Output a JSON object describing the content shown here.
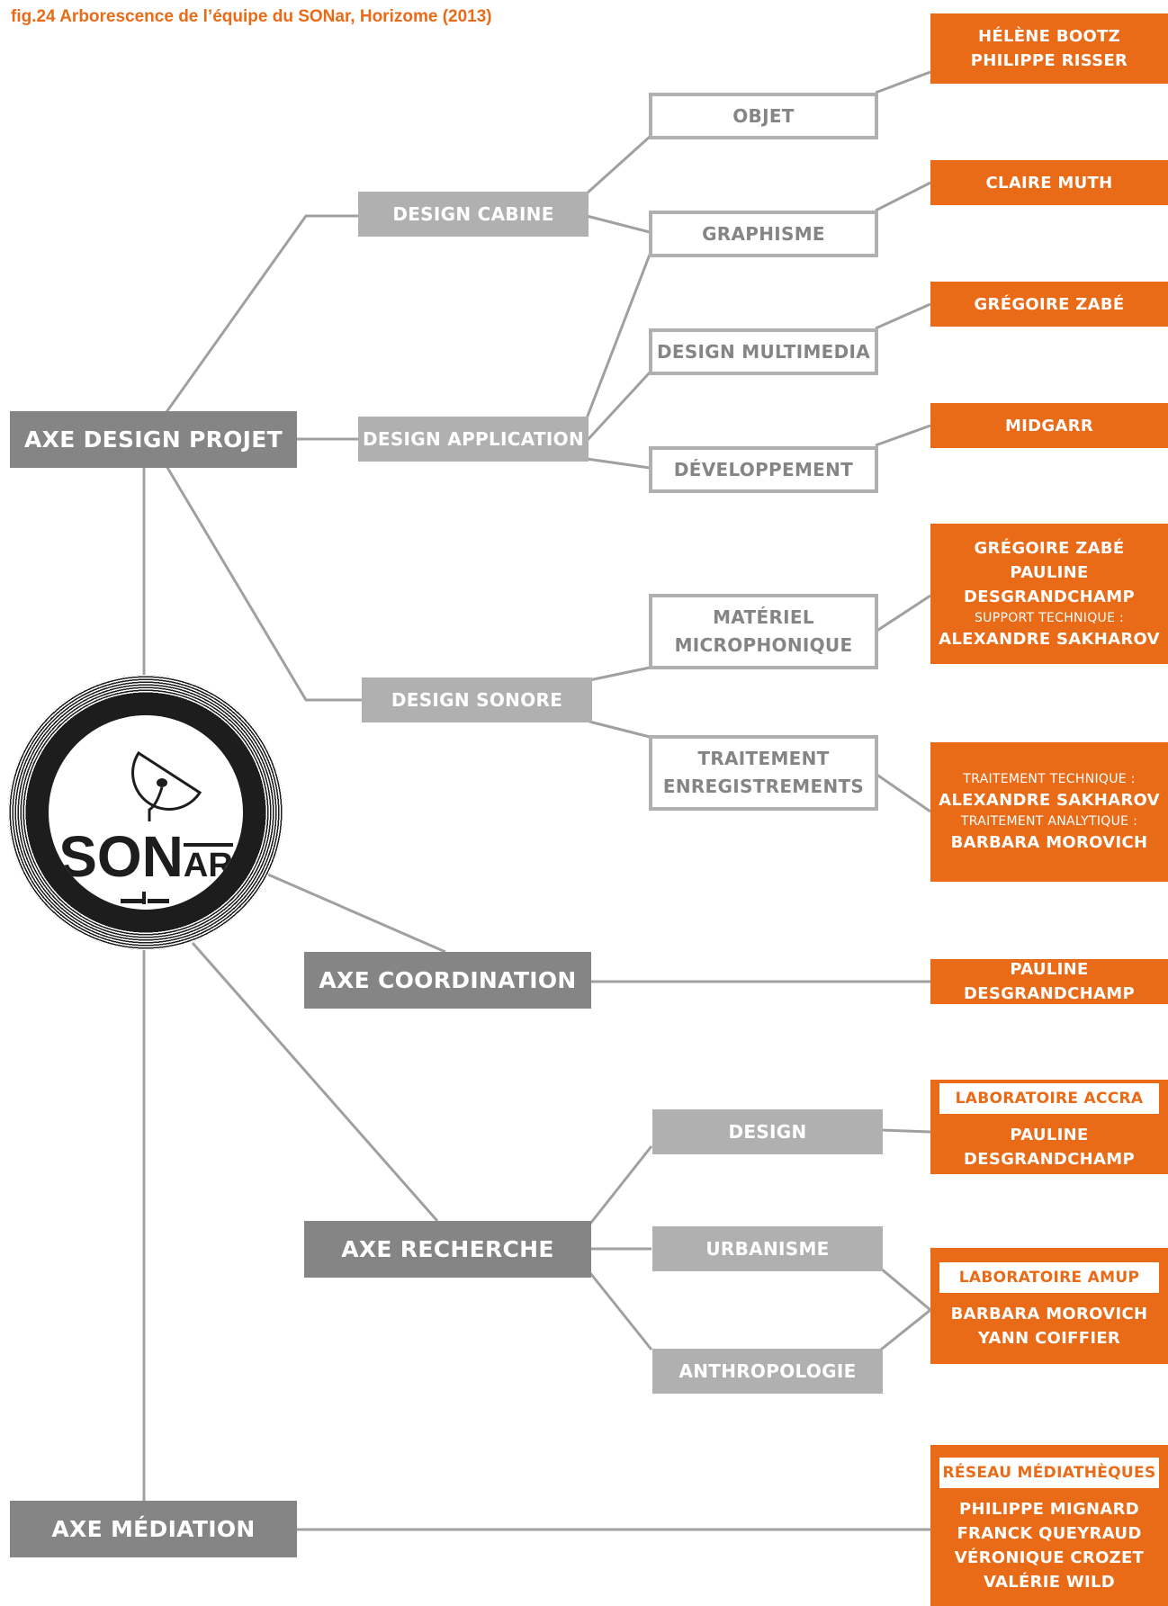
{
  "title": "fig.24 Arborescence de l’équipe du SONar, Horizome (2013)",
  "colors": {
    "orange": "#ea6b17",
    "dark_grey": "#858585",
    "light_grey": "#b0b0b0",
    "line_grey": "#a0a0a0"
  },
  "logo": {
    "text_main": "SON",
    "text_small": "AR"
  },
  "axes": {
    "design_projet": "AXE DESIGN PROJET",
    "coordination": "AXE COORDINATION",
    "recherche": "AXE RECHERCHE",
    "mediation": "AXE MÉDIATION"
  },
  "subs": {
    "design_cabine": "DESIGN CABINE",
    "design_application": "DESIGN APPLICATION",
    "design_sonore": "DESIGN SONORE",
    "design": "DESIGN",
    "urbanisme": "URBANISME",
    "anthropologie": "ANTHROPOLOGIE"
  },
  "leaves": {
    "objet": "OBJET",
    "graphisme": "GRAPHISME",
    "design_multimedia": "DESIGN MULTIMEDIA",
    "developpement": "DÉVELOPPEMENT",
    "materiel_1": "MATÉRIEL",
    "materiel_2": "MICROPHONIQUE",
    "traitement_1": "TRAITEMENT",
    "traitement_2": "ENREGISTREMENTS"
  },
  "people": {
    "objet_1": "HÉLÈNE BOOTZ",
    "objet_2": "PHILIPPE RISSER",
    "graphisme": "CLAIRE MUTH",
    "multimedia": "GRÉGOIRE ZABÉ",
    "dev": "MIDGARR",
    "materiel_1": "GRÉGOIRE ZABÉ",
    "materiel_2": "PAULINE DESGRANDCHAMP",
    "materiel_support": "SUPPORT TECHNIQUE :",
    "materiel_3": "ALEXANDRE SAKHAROV",
    "traitement_tech": "TRAITEMENT TECHNIQUE :",
    "traitement_1": "ALEXANDRE SAKHAROV",
    "traitement_ana": "TRAITEMENT ANALYTIQUE :",
    "traitement_2": "BARBARA MOROVICH",
    "coordination": "PAULINE DESGRANDCHAMP",
    "design_lab": "LABORATOIRE ACCRA",
    "design_1": "PAULINE DESGRANDCHAMP",
    "urb_lab": "LABORATOIRE AMUP",
    "urb_1": "BARBARA MOROVICH",
    "urb_2": "YANN COIFFIER",
    "med_lab": "RÉSEAU MÉDIATHÈQUES",
    "med_1": "PHILIPPE MIGNARD",
    "med_2": "FRANCK QUEYRAUD",
    "med_3": "VÉRONIQUE CROZET",
    "med_4": "VALÉRIE WILD"
  }
}
